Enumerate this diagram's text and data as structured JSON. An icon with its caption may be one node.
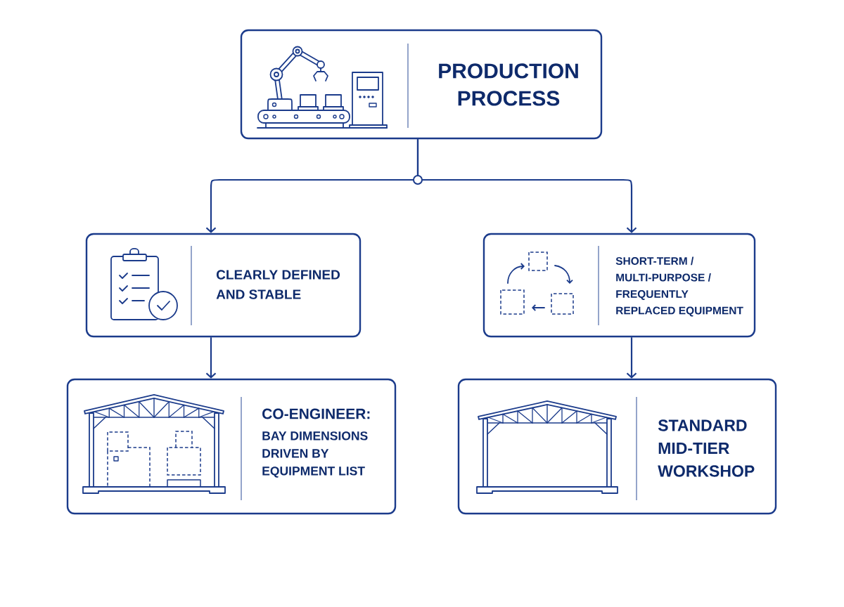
{
  "diagram": {
    "nodes": [
      {
        "text": [
          "PRODUCTION PROCESS"
        ]
      },
      {
        "text": [
          "CLEARLY DEFINED AND STABLE"
        ]
      },
      {
        "text": [
          "SHORT-TERM / MULTI-PURPOSE / FREQUENTLY REPLACED EQUIPMENT"
        ]
      },
      {
        "text": [
          "CO-ENGINEER:",
          "BAY DIMENSIONS DRIVEN BY EQUIPMENT LIST"
        ]
      },
      {
        "text": [
          "STANDARD MID-TIER WORKSHOP"
        ]
      }
    ],
    "edges": [
      {
        "from": 0,
        "to": 1,
        "arrow": "to"
      },
      {
        "from": 0,
        "to": 2,
        "arrow": "to"
      },
      {
        "from": 1,
        "to": 3,
        "arrow": "to"
      },
      {
        "from": 2,
        "to": 4,
        "arrow": "to"
      }
    ]
  }
}
